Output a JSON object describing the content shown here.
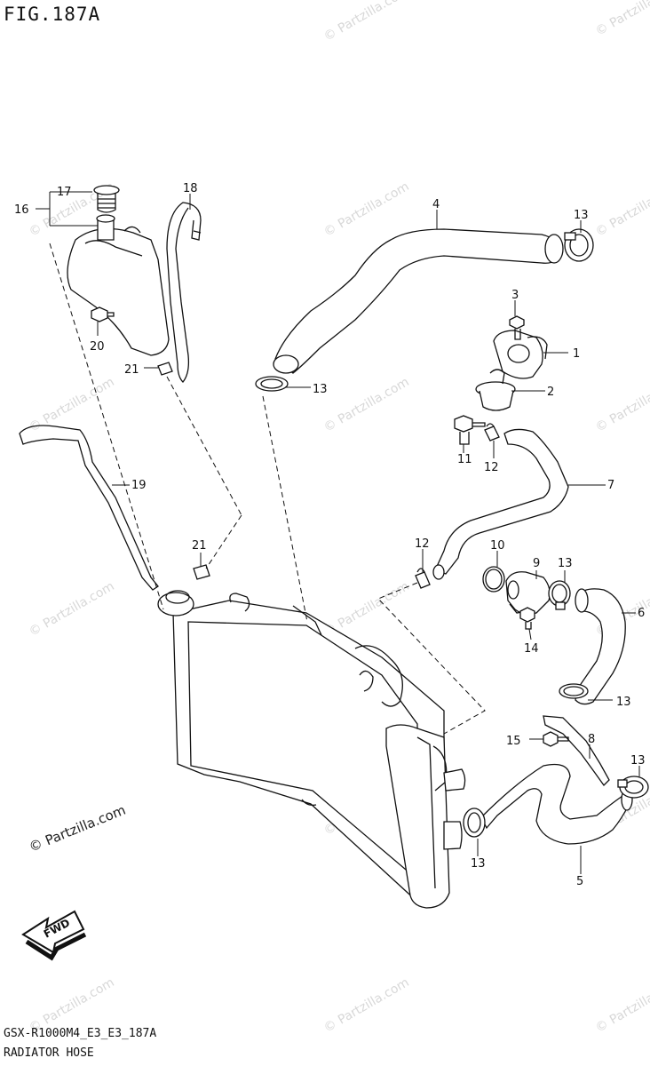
{
  "figure": {
    "title": "FIG.187A",
    "code": "GSX-R1000M4_E3_E3_187A",
    "name": "RADIATOR HOSE"
  },
  "watermark": {
    "text": "© Partzilla.com",
    "featured": "© Partzilla.com"
  },
  "callouts": [
    {
      "id": "c1",
      "label": "1"
    },
    {
      "id": "c2",
      "label": "2"
    },
    {
      "id": "c3",
      "label": "3"
    },
    {
      "id": "c4",
      "label": "4"
    },
    {
      "id": "c5",
      "label": "5"
    },
    {
      "id": "c6",
      "label": "6"
    },
    {
      "id": "c7",
      "label": "7"
    },
    {
      "id": "c8",
      "label": "8"
    },
    {
      "id": "c9",
      "label": "9"
    },
    {
      "id": "c10",
      "label": "10"
    },
    {
      "id": "c11",
      "label": "11"
    },
    {
      "id": "c12a",
      "label": "12"
    },
    {
      "id": "c12b",
      "label": "12"
    },
    {
      "id": "c13a",
      "label": "13"
    },
    {
      "id": "c13b",
      "label": "13"
    },
    {
      "id": "c13c",
      "label": "13"
    },
    {
      "id": "c13d",
      "label": "13"
    },
    {
      "id": "c13e",
      "label": "13"
    },
    {
      "id": "c13f",
      "label": "13"
    },
    {
      "id": "c14",
      "label": "14"
    },
    {
      "id": "c15",
      "label": "15"
    },
    {
      "id": "c16",
      "label": "16"
    },
    {
      "id": "c17",
      "label": "17"
    },
    {
      "id": "c18",
      "label": "18"
    },
    {
      "id": "c19",
      "label": "19"
    },
    {
      "id": "c20",
      "label": "20"
    },
    {
      "id": "c21a",
      "label": "21"
    },
    {
      "id": "c21b",
      "label": "21"
    }
  ],
  "fwd_arrow": {
    "label": "FWD"
  }
}
